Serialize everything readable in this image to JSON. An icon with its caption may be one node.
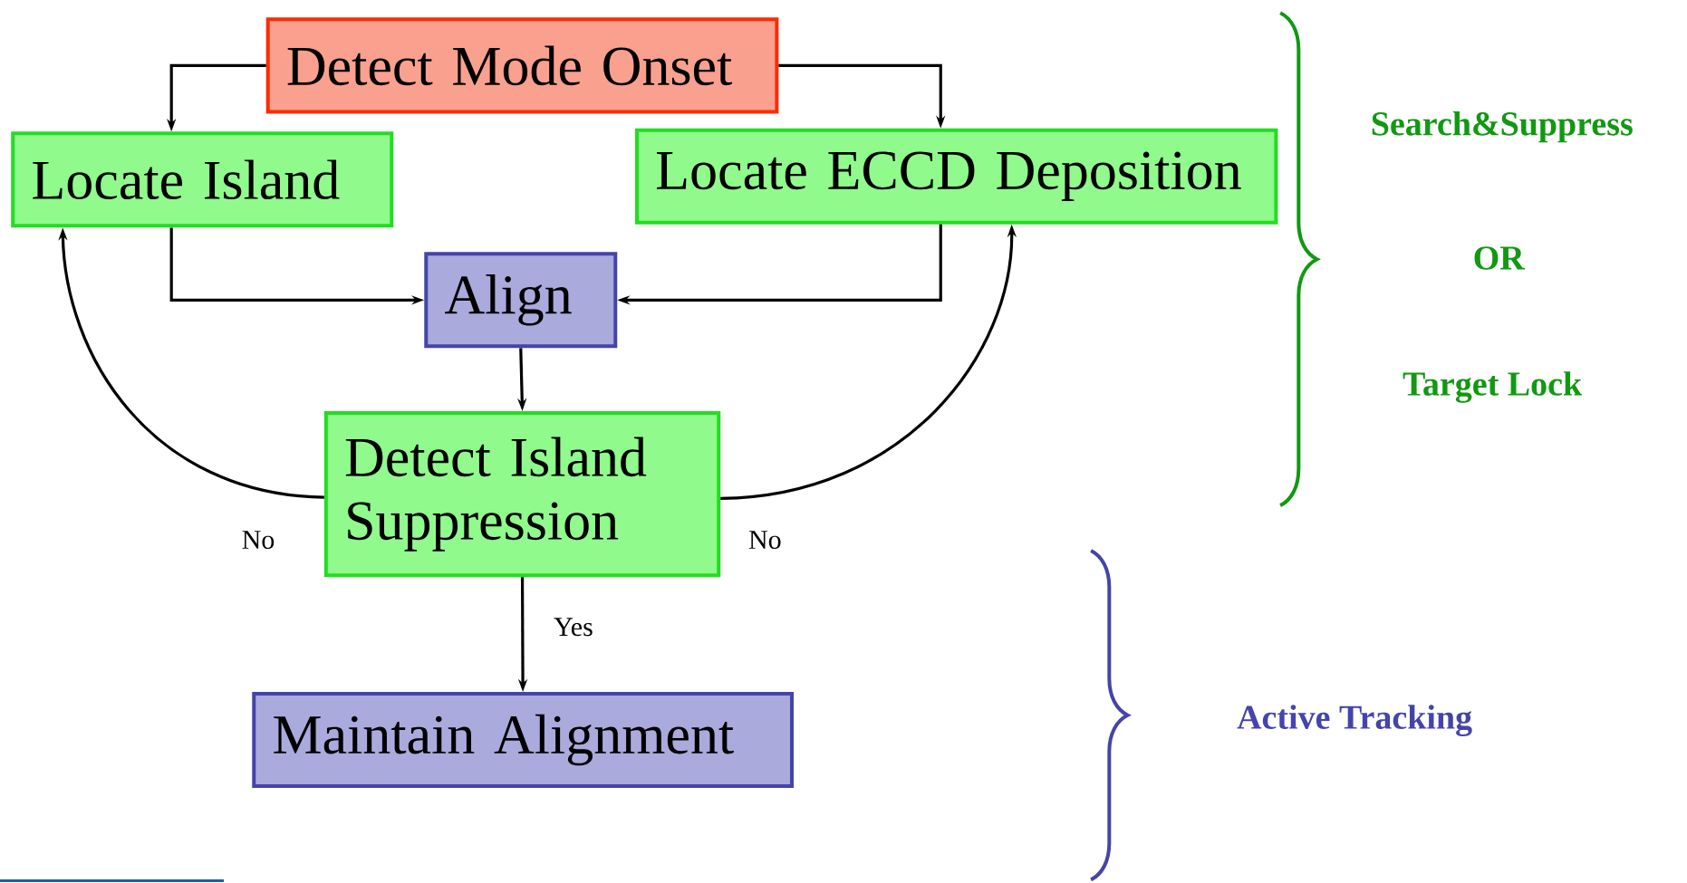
{
  "diagram": {
    "nodes": [
      {
        "text": [
          "Detect Mode Onset"
        ]
      },
      {
        "text": [
          "Locate Island"
        ]
      },
      {
        "text": [
          "Locate ECCD Deposition"
        ]
      },
      {
        "text": [
          "Align"
        ]
      },
      {
        "text": [
          "Detect Island Suppression"
        ]
      },
      {
        "text": [
          "Maintain Alignment"
        ]
      }
    ],
    "edges": [
      {
        "from": 0,
        "to": 1,
        "arrow": "to"
      },
      {
        "from": 0,
        "to": 2,
        "arrow": "to"
      },
      {
        "from": 1,
        "to": 3,
        "arrow": "to"
      },
      {
        "from": 2,
        "to": 3,
        "arrow": "to"
      },
      {
        "from": 3,
        "to": 4,
        "arrow": "to"
      },
      {
        "from": 4,
        "to": 1,
        "arrow": "to",
        "label": "No"
      },
      {
        "from": 4,
        "to": 2,
        "arrow": "to",
        "label": "No"
      },
      {
        "from": 4,
        "to": 5,
        "arrow": "to",
        "label": "Yes"
      }
    ],
    "labels": [
      "Search&Suppress",
      "OR",
      "Target Lock",
      "Active Tracking"
    ]
  }
}
